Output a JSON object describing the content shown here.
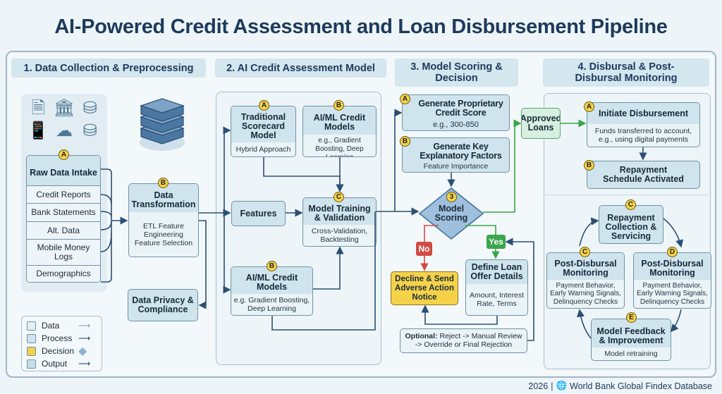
{
  "title": "AI-Powered Credit Assessment and Loan Disbursement Pipeline",
  "sections": [
    "1. Data Collection & Preprocessing",
    "2. AI Credit Assessment Model",
    "3. Model Scoring & Decision",
    "4. Disbursal & Post-Disbursal Monitoring"
  ],
  "col1": {
    "raw": {
      "badge": "A",
      "title": "Raw Data Intake",
      "items": [
        "Credit Reports",
        "Bank Statements",
        "Alt. Data",
        "Mobile Money Logs",
        "Demographics"
      ]
    },
    "transform": {
      "badge": "B",
      "title": "Data Transformation",
      "body": "ETL Feature Engineering Feature Selection"
    },
    "privacy": "Data Privacy & Compliance",
    "legend": [
      {
        "label": "Data",
        "color": "#e6eef2"
      },
      {
        "label": "Process",
        "color": "#cfe4ec"
      },
      {
        "label": "Decision",
        "color": "#f5d24a"
      },
      {
        "label": "Output",
        "color": "#c6dfe6"
      }
    ]
  },
  "col2": {
    "traditional": {
      "badge": "A",
      "title": "Traditional Scorecard Model",
      "body": "Hybrid Approach"
    },
    "aiml_top": {
      "badge": "B",
      "title": "AI/ML Credit Models",
      "body": "e.g., Gradient Boosting, Deep Learning"
    },
    "features": "Features",
    "training": {
      "badge": "C",
      "title": "Model Training & Validation",
      "body": "Cross-Validation, Backtesting"
    },
    "aiml_bottom": {
      "badge": "B",
      "title": "AI/ML Credit Models",
      "body": "e.g. Gradient Boosting, Deep Learning"
    }
  },
  "col3": {
    "score": {
      "badge": "A",
      "title": "Generate Proprietary Credit Score",
      "body": "e.g., 300-850"
    },
    "factors": {
      "badge": "B",
      "title": "Generate Key Explanatory Factors",
      "body": "Feature Importance"
    },
    "decision": {
      "badge": "3",
      "title": "Model Scoring"
    },
    "no": "No",
    "yes": "Yes",
    "decline": "Decline & Send Adverse Action Notice",
    "offer": {
      "title": "Define Loan Offer Details",
      "body": "Amount, Interest Rate, Terms"
    },
    "optional": {
      "label": "Optional:",
      "text": "Reject -> Manual Review -> Override or Final Rejection"
    },
    "approved": "Approved Loans"
  },
  "col4": {
    "initiate": {
      "badge": "A",
      "title": "Initiate Disbursement",
      "body": "Funds transferred to account, e.g., using digital payments"
    },
    "schedule": {
      "badge": "B",
      "title": "Repayment Schedule Activated"
    },
    "collection": {
      "badge": "C",
      "title": "Repayment Collection & Servicing"
    },
    "pdm_left": {
      "badge": "C",
      "title": "Post-Disbursal Monitoring",
      "body": "Payment Behavior, Early Warning Signals, Delinquency Checks"
    },
    "pdm_right": {
      "badge": "D",
      "title": "Post-Disbursal Monitoring",
      "body": "Payment Behavior, Early Warning Signals, Delinquency Checks"
    },
    "feedback": {
      "badge": "E",
      "title": "Model Feedback & Improvement",
      "body": "Model retraining"
    }
  },
  "footer": {
    "year": "2026",
    "separator": "|",
    "source": "World Bank Global Findex Database"
  },
  "colors": {
    "navy": "#1d3a5c",
    "yes": "#3aa64a",
    "no": "#d34b45",
    "decision": "#f5d24a",
    "approved": "#d6efdf"
  }
}
